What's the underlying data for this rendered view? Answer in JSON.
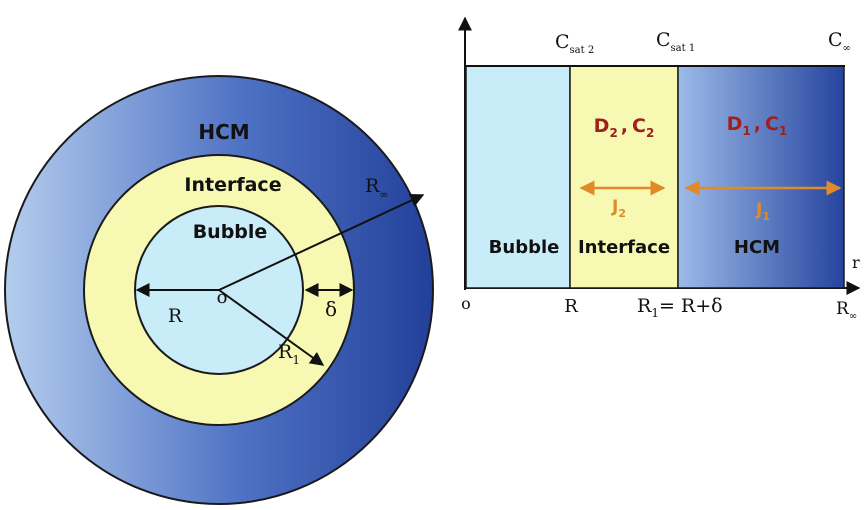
{
  "circle_diagram": {
    "hcm_label": "HCM",
    "interface_label": "Interface",
    "bubble_label": "Bubble",
    "center_label": "o",
    "radius_r_label": "R",
    "radius_r1_main": "R",
    "radius_r1_sub": "1",
    "radius_rinf_main": "R",
    "radius_rinf_sub": "∞",
    "delta_label": "δ"
  },
  "slab_diagram": {
    "csat2_main": "C",
    "csat2_sub": "sat 2",
    "csat1_main": "C",
    "csat1_sub": "sat 1",
    "cinf_main": "C",
    "cinf_sub": "∞",
    "interface_params": {
      "d": "D",
      "d_sub": "2",
      "sep": ",",
      "c": "C",
      "c_sub": "2"
    },
    "hcm_params": {
      "d": "D",
      "d_sub": "1",
      "sep": ",",
      "c": "C",
      "c_sub": "1"
    },
    "flux_j2_main": "J",
    "flux_j2_sub": "2",
    "flux_j1_main": "J",
    "flux_j1_sub": "1",
    "bubble_label": "Bubble",
    "interface_label": "Interface",
    "hcm_label": "HCM",
    "axis_origin": "o",
    "axis_r": "R",
    "axis_r1_main": "R",
    "axis_r1_sub": "1",
    "axis_r1_eq": "= R+δ",
    "axis_rinf_main": "R",
    "axis_rinf_sub": "∞",
    "axis_var": "r"
  },
  "colors": {
    "bubble": "#c9ecf9",
    "interface": "#f7f8b2",
    "hcm_light": "#a8c4ea",
    "hcm_dark": "#2a48a0",
    "param_text": "#a02020",
    "flux": "#e08a2a"
  }
}
